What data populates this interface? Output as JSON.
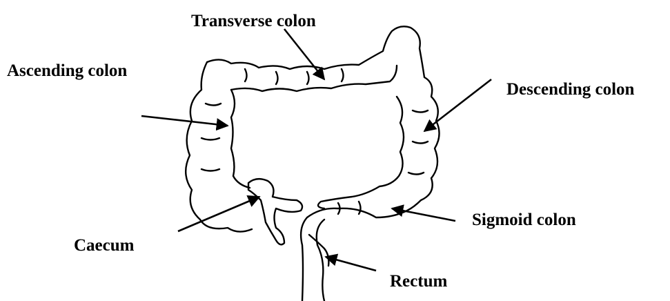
{
  "labels": {
    "transverse": "Transverse colon",
    "ascending": "Ascending colon",
    "descending": "Descending colon",
    "sigmoid": "Sigmoid colon",
    "caecum": "Caecum",
    "rectum": "Rectum"
  },
  "colors": {
    "line": "#000000",
    "background": "#ffffff"
  }
}
